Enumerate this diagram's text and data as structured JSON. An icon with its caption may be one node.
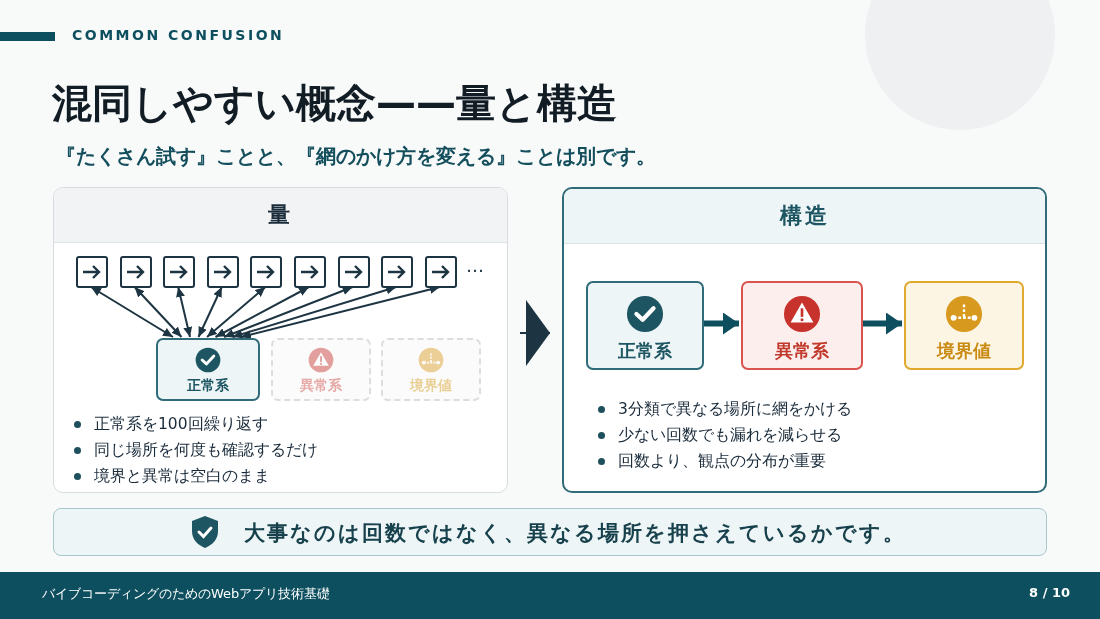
{
  "diagram": {
    "title": "混同しやすい概念——量と構造",
    "nodes": [
      {
        "text": [
          "量",
          "正常系を100回繰り返す",
          "同じ場所を何度も確認するだけ",
          "境界と異常は空白のまま"
        ]
      },
      {
        "text": [],
        "shape": "box",
        "in": 0
      },
      {
        "text": [],
        "shape": "box",
        "in": 0
      },
      {
        "text": [],
        "shape": "box",
        "in": 0
      },
      {
        "text": [],
        "shape": "box",
        "in": 0
      },
      {
        "text": [],
        "shape": "box",
        "in": 0
      },
      {
        "text": [],
        "shape": "box",
        "in": 0
      },
      {
        "text": [],
        "shape": "box",
        "in": 0
      },
      {
        "text": [],
        "shape": "box",
        "in": 0
      },
      {
        "text": [],
        "shape": "box",
        "in": 0
      },
      {
        "text": [
          "正常系"
        ],
        "in": 0
      },
      {
        "text": [
          "異常系"
        ],
        "in": 0
      },
      {
        "text": [
          "境界値"
        ],
        "in": 0
      },
      {
        "text": [
          "構造",
          "3分類で異なる場所に網をかける",
          "少ない回数でも漏れを減らせる",
          "回数より、観点の分布が重要"
        ]
      },
      {
        "text": [
          "正常系"
        ],
        "in": 13
      },
      {
        "text": [
          "異常系"
        ],
        "in": 13
      },
      {
        "text": [
          "境界値"
        ],
        "in": 13
      },
      {
        "text": [
          "大事なのは回数ではなく、異なる場所を押さえているかです。"
        ]
      }
    ],
    "edges": [
      {
        "from": 1,
        "to": 10,
        "arrow": "both"
      },
      {
        "from": 2,
        "to": 10,
        "arrow": "both"
      },
      {
        "from": 3,
        "to": 10,
        "arrow": "both"
      },
      {
        "from": 4,
        "to": 10,
        "arrow": "both"
      },
      {
        "from": 5,
        "to": 10,
        "arrow": "both"
      },
      {
        "from": 6,
        "to": 10,
        "arrow": "both"
      },
      {
        "from": 7,
        "to": 10,
        "arrow": "both"
      },
      {
        "from": 8,
        "to": 10,
        "arrow": "both"
      },
      {
        "from": 9,
        "to": 10,
        "arrow": "both"
      },
      {
        "from": 0,
        "to": 13,
        "arrow": "to"
      },
      {
        "from": 14,
        "to": 15,
        "arrow": "to",
        "style": "thick"
      },
      {
        "from": 15,
        "to": 16,
        "arrow": "to",
        "style": "thick"
      }
    ],
    "labels": [
      "COMMON CONFUSION",
      "『たくさん試す』ことと、『網のかけ方を変える』ことは別です。",
      "…",
      "バイブコーディングのためのWebアプリ技術基礎",
      "8 / 10"
    ]
  }
}
